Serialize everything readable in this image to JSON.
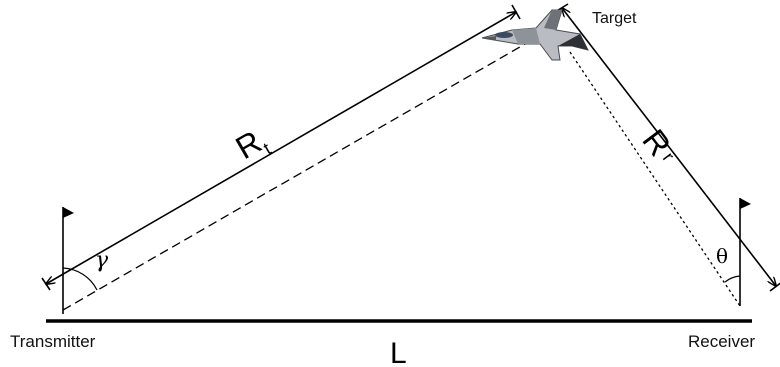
{
  "labels": {
    "transmitter": "Transmitter",
    "receiver": "Receiver",
    "target": "Target",
    "baseline": "L",
    "range_tx": "R",
    "range_tx_sub": "t",
    "range_rx": "R",
    "range_rx_sub": "r",
    "angle_tx": "γ",
    "angle_rx": "θ"
  },
  "icons": {
    "target": "fighter-jet-icon",
    "flag": "flag-icon"
  },
  "colors": {
    "line": "#000000",
    "text": "#111111"
  }
}
